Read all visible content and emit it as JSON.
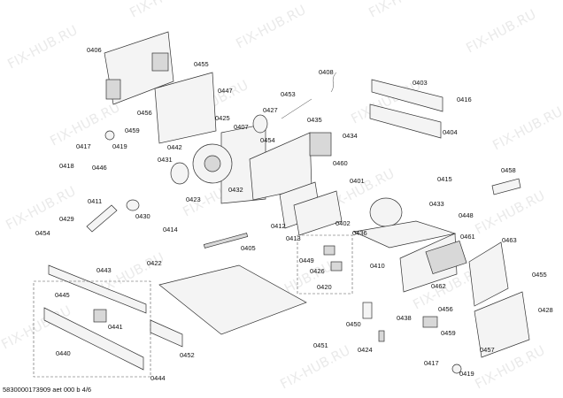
{
  "watermark": "FIX-HUB.RU",
  "footer": "5830000173909 aet 000 b 4/6",
  "labels": {
    "p0406": "0406",
    "p0455a": "0455",
    "p0447": "0447",
    "p0456a": "0456",
    "p0459a": "0459",
    "p0417a": "0417",
    "p0419a": "0419",
    "p0425": "0425",
    "p0453": "0453",
    "p0408": "0408",
    "p0403": "0403",
    "p0416": "0416",
    "p0427": "0427",
    "p0407": "0407",
    "p0435": "0435",
    "p0434": "0434",
    "p0404": "0404",
    "p0442": "0442",
    "p0454a": "0454",
    "p0460": "0460",
    "p0418": "0418",
    "p0446": "0446",
    "p0431": "0431",
    "p0458": "0458",
    "p0432": "0432",
    "p0423": "0423",
    "p0401": "0401",
    "p0415": "0415",
    "p0411": "0411",
    "p0433": "0433",
    "p0448": "0448",
    "p0430": "0430",
    "p0429": "0429",
    "p0414": "0414",
    "p0412": "0412",
    "p0402": "0402",
    "p0436": "0436",
    "p0454b": "0454",
    "p0413": "0413",
    "p0461": "0461",
    "p0463": "0463",
    "p0405": "0405",
    "p0443": "0443",
    "p0422": "0422",
    "p0449": "0449",
    "p0426": "0426",
    "p0410": "0410",
    "p0455b": "0455",
    "p0420": "0420",
    "p0462": "0462",
    "p0445": "0445",
    "p0428": "0428",
    "p0441": "0441",
    "p0450": "0450",
    "p0438": "0438",
    "p0456b": "0456",
    "p0459b": "0459",
    "p0440": "0440",
    "p0451": "0451",
    "p0424": "0424",
    "p0452": "0452",
    "p0457": "0457",
    "p0417b": "0417",
    "p0419b": "0419",
    "p0444": "0444"
  }
}
